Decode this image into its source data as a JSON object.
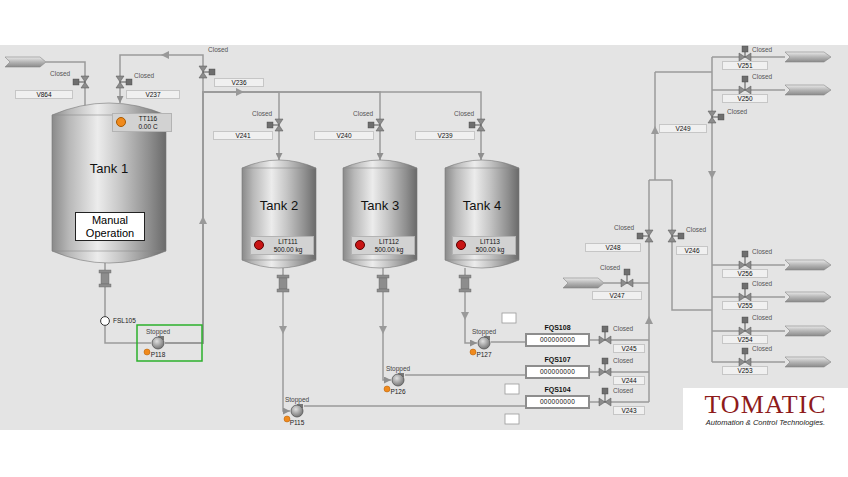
{
  "diagram": {
    "nodes": [
      {
        "text": [
          "Tank 1"
        ]
      },
      {
        "text": [
          "TT116",
          "0.00 C"
        ],
        "in": 0
      },
      {
        "text": [
          "Manual Operation"
        ],
        "in": 0
      },
      {
        "text": [
          "Tank 2"
        ]
      },
      {
        "text": [
          "LIT111",
          "500.00 kg"
        ],
        "in": 3
      },
      {
        "text": [
          "Tank 3"
        ]
      },
      {
        "text": [
          "LIT112",
          "500.00 kg"
        ],
        "in": 5
      },
      {
        "text": [
          "Tank 4"
        ]
      },
      {
        "text": [
          "LIT113",
          "500.00 kg"
        ],
        "in": 7
      },
      {
        "text": [
          "FSL105"
        ]
      },
      {
        "text": [
          "Stopped",
          "P118"
        ]
      },
      {
        "text": [
          "Stopped",
          "P127"
        ]
      },
      {
        "text": [
          "FQS108",
          "000000000"
        ]
      },
      {
        "text": [
          "Stopped",
          "P126"
        ]
      },
      {
        "text": [
          "FQS107",
          "000000000"
        ]
      },
      {
        "text": [
          "Stopped",
          "P115"
        ]
      },
      {
        "text": [
          "FQS104",
          "000000000"
        ]
      },
      {
        "text": [
          "TOMATIC",
          "Automation & Control Technologies."
        ]
      }
    ],
    "edges": [
      {
        "from": 0,
        "to": 9,
        "arrow": "none"
      },
      {
        "from": 9,
        "to": 10,
        "arrow": "none"
      },
      {
        "from": 10,
        "to": 0,
        "arrow": "to"
      },
      {
        "from": 10,
        "to": 3,
        "arrow": "to"
      },
      {
        "from": 10,
        "to": 5,
        "arrow": "to"
      },
      {
        "from": 10,
        "to": 7,
        "arrow": "to"
      },
      {
        "from": 3,
        "to": 15,
        "arrow": "to"
      },
      {
        "from": 15,
        "to": 16,
        "arrow": "none"
      },
      {
        "from": 5,
        "to": 13,
        "arrow": "to"
      },
      {
        "from": 13,
        "to": 14,
        "arrow": "none"
      },
      {
        "from": 7,
        "to": 11,
        "arrow": "to"
      },
      {
        "from": 11,
        "to": 12,
        "arrow": "none"
      }
    ],
    "labels": [
      "Closed",
      "V864",
      "Closed",
      "V237",
      "Closed",
      "V236",
      "Closed",
      "V241",
      "Closed",
      "V240",
      "Closed",
      "V239",
      "Closed",
      "V251",
      "Closed",
      "V250",
      "Closed",
      "V249",
      "Closed",
      "V248",
      "Closed",
      "V246",
      "Closed",
      "V247",
      "Closed",
      "V245",
      "Closed",
      "V244",
      "Closed",
      "V243",
      "Closed",
      "V256",
      "Closed",
      "V255",
      "Closed",
      "V254",
      "Closed",
      "V253"
    ]
  }
}
